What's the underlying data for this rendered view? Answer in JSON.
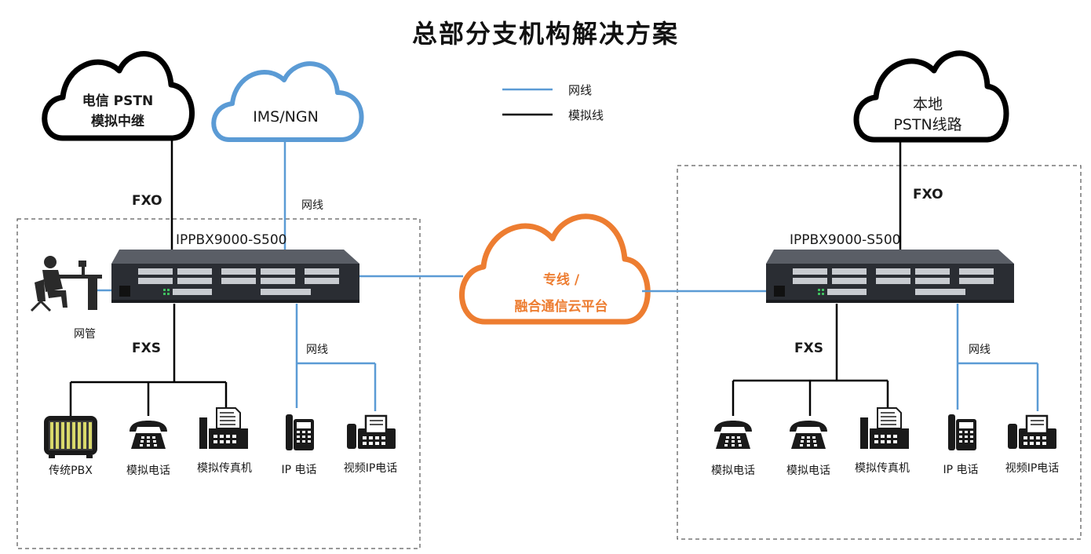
{
  "title": "总部分支机构解决方案",
  "legend": {
    "items": [
      {
        "label": "网线",
        "color": "#5b9bd5"
      },
      {
        "label": "模拟线",
        "color": "#000000"
      }
    ]
  },
  "clouds": {
    "pstn_left": {
      "line1": "电信 PSTN",
      "line2": "模拟中继",
      "color": "#000000"
    },
    "ims": {
      "label": "IMS/NGN",
      "color": "#5b9bd5"
    },
    "center": {
      "line1": "专线 /",
      "line2": "融合通信云平台",
      "color": "#ed7d31"
    },
    "pstn_right": {
      "line1": "本地",
      "line2": "PSTN线路",
      "color": "#000000"
    }
  },
  "headquarters": {
    "device_label": "IPPBX9000-S500",
    "fxo_label": "FXO",
    "ims_link_label": "网线",
    "fxs_label": "FXS",
    "ip_link_label": "网线",
    "admin_label": "网管",
    "endpoints": [
      "传统PBX",
      "模拟电话",
      "模拟传真机",
      "IP 电话",
      "视频IP电话"
    ]
  },
  "branch": {
    "device_label": "IPPBX9000-S500",
    "fxo_label": "FXO",
    "fxs_label": "FXS",
    "ip_link_label": "网线",
    "endpoints": [
      "模拟电话",
      "模拟电话",
      "模拟传真机",
      "IP 电话",
      "视频IP电话"
    ]
  }
}
